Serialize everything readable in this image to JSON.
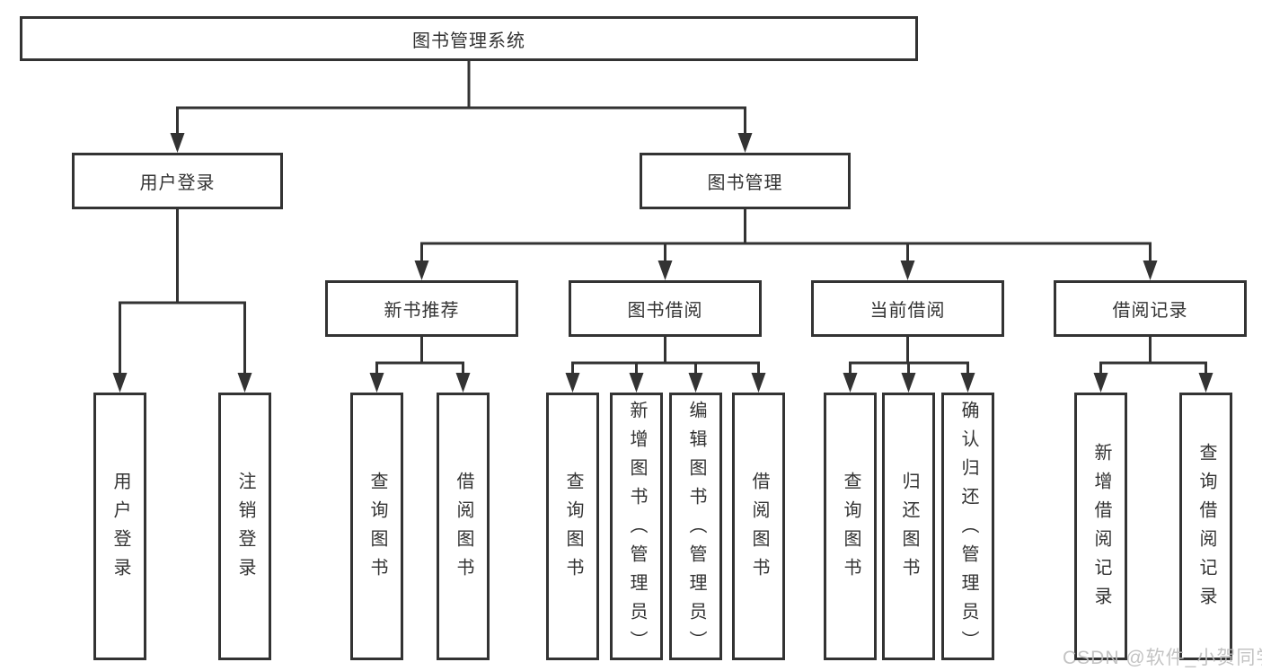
{
  "diagram": {
    "root": "图书管理系统",
    "level2": [
      "用户登录",
      "图书管理"
    ],
    "level3": [
      "新书推荐",
      "图书借阅",
      "当前借阅",
      "借阅记录"
    ],
    "leaves": {
      "user_login": [
        "用户登录",
        "注销登录"
      ],
      "new_book": [
        "查询图书",
        "借阅图书"
      ],
      "book_borrow": [
        "查询图书",
        "新增图书（管理员）",
        "编辑图书（管理员）",
        "借阅图书"
      ],
      "current_borrow": [
        "查询图书",
        "归还图书",
        "确认归还（管理员）"
      ],
      "borrow_record": [
        "新增借阅记录",
        "查询借阅记录"
      ]
    }
  },
  "watermark": "CSDN @软件_小贺同学",
  "colors": {
    "line": "#333333",
    "text": "#333333",
    "box_fill": "#ffffff",
    "watermark": "#bdbdbd",
    "background": "#ffffff"
  }
}
